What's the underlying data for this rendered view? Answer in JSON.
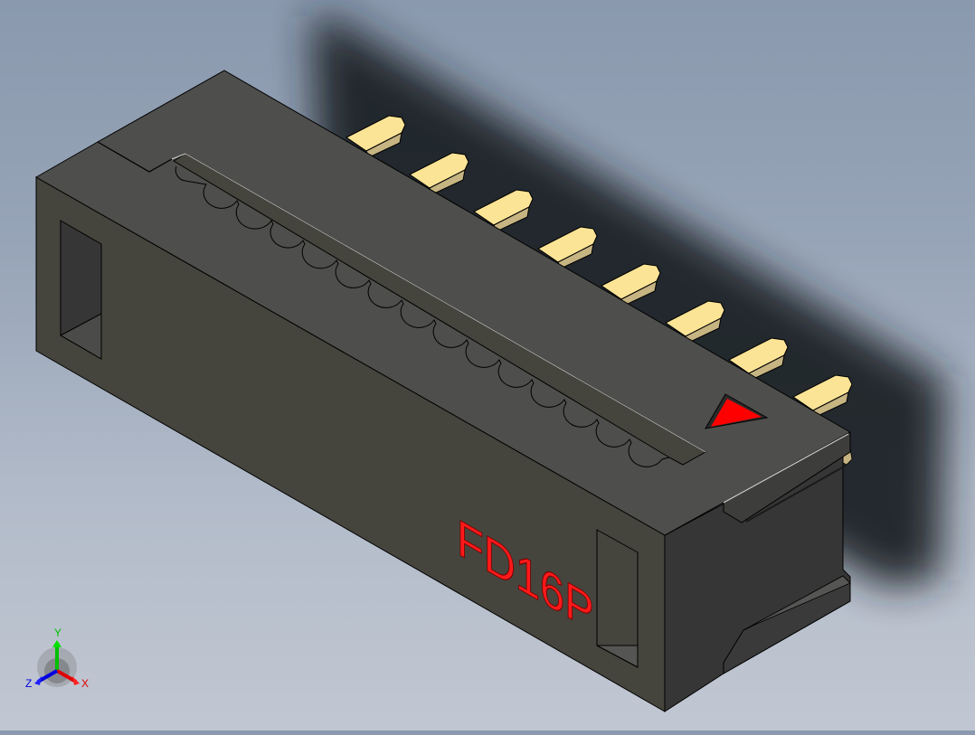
{
  "viewport": {
    "background_top": "#8a99ae",
    "background_bottom": "#c1c7d2"
  },
  "model": {
    "part_label": "FD16P",
    "body_color_top": "#4e4e4c",
    "body_color_front": "#45453d",
    "body_color_side": "#363636",
    "pin_color": "#fce496",
    "pin_side_color": "#c6b482",
    "marker_color": "#ff0000",
    "pin_count_visible": 8
  },
  "triad": {
    "x_label": "X",
    "y_label": "Y",
    "z_label": "Z",
    "x_color": "#e00000",
    "y_color": "#00c000",
    "z_color": "#0000e0"
  }
}
